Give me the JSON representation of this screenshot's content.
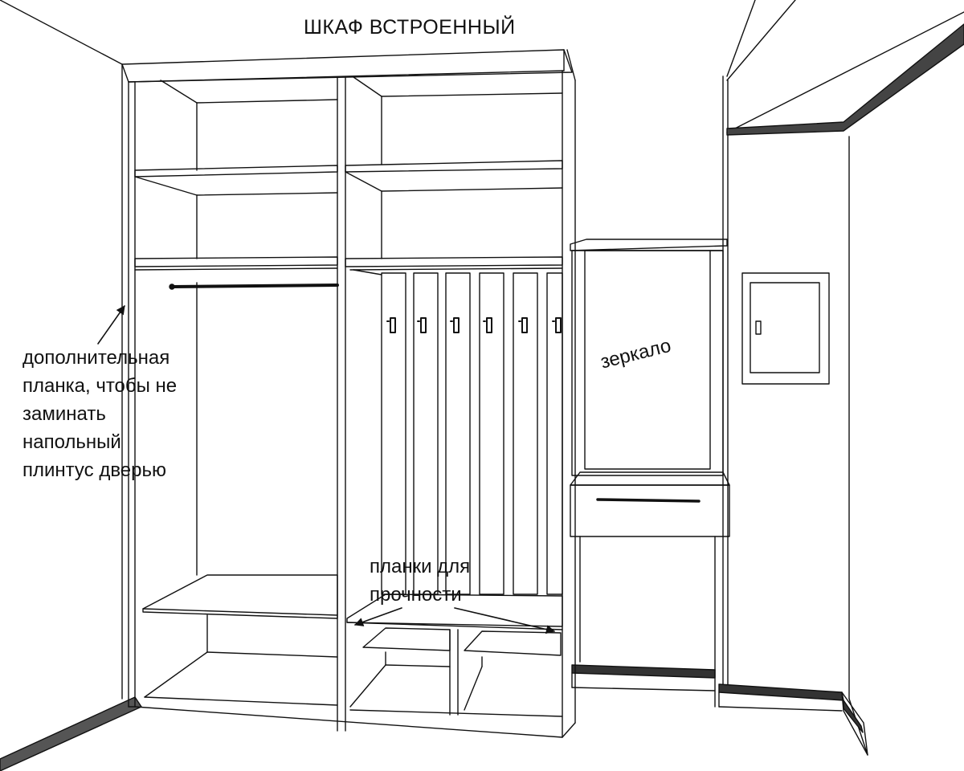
{
  "title": "ШКАФ ВСТРОЕННЫЙ",
  "annotations": {
    "extra_strip": [
      "дополнительная",
      "планка, чтобы не",
      "заминать",
      "напольный",
      "плинтус дверью"
    ],
    "mirror": "зеркало",
    "strength_strips": [
      "планки для",
      "прочности"
    ]
  },
  "colors": {
    "line": "#111111",
    "background": "#ffffff",
    "baseboard": "#333333"
  }
}
